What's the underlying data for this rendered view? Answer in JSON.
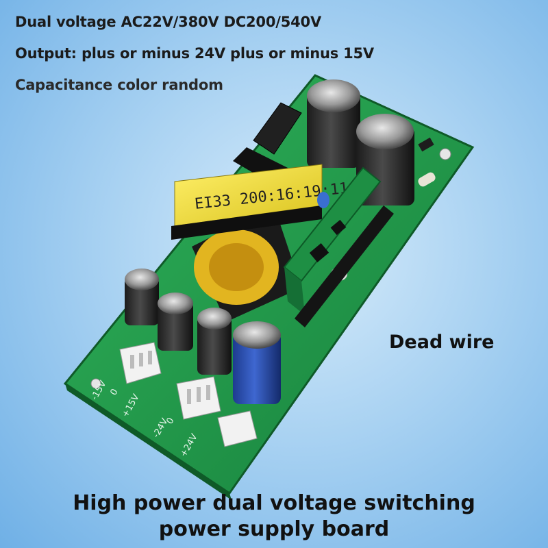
{
  "specs": {
    "line1": "Dual voltage AC22V/380V DC200/540V",
    "line2": "Output: plus or minus 24V plus or minus 15V",
    "line3": "Capacitance color random"
  },
  "callout": "Dead wire",
  "footer": {
    "line1": "High power dual voltage switching",
    "line2": "power supply board"
  },
  "board": {
    "transformer_label": "EI33  200:16:19:11",
    "pin_labels": {
      "minus15": "-15V",
      "zero_a": "0",
      "plus15": "+15V",
      "minus24": "-24V",
      "zero_b": "0",
      "plus24": "+24V"
    },
    "colors": {
      "pcb": "#1f9a4a",
      "transformer_tape": "#f2e03a",
      "blue_cap": "#2c4fb0"
    }
  }
}
